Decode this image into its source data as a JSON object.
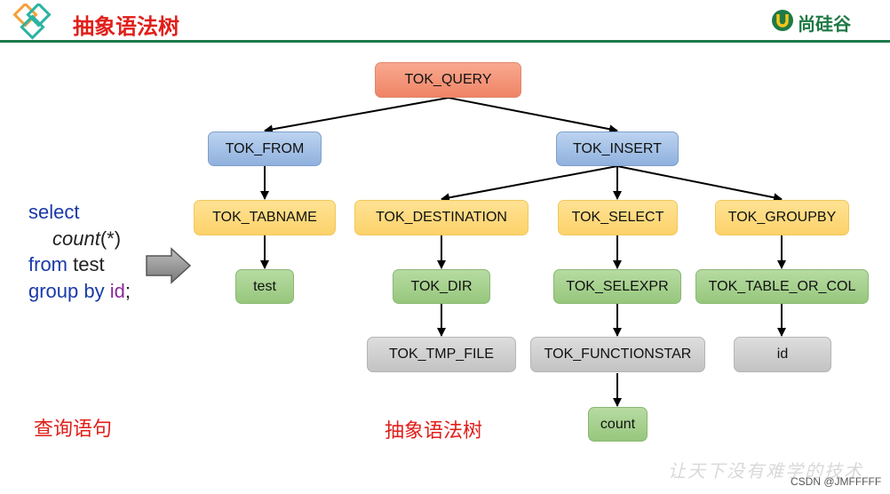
{
  "header": {
    "title": "抽象语法树",
    "brand_text": "尚硅谷"
  },
  "sql": {
    "select_kw": "select",
    "count_fn": "count",
    "count_args": "(*)",
    "from_kw": "from",
    "table": " test",
    "group_kw": "group by",
    "group_col": " id",
    "terminator": ";"
  },
  "captions": {
    "left": "查询语句",
    "right": "抽象语法树"
  },
  "tree": {
    "tok_query": "TOK_QUERY",
    "tok_from": "TOK_FROM",
    "tok_insert": "TOK_INSERT",
    "tok_tabname": "TOK_TABNAME",
    "tok_destination": "TOK_DESTINATION",
    "tok_select": "TOK_SELECT",
    "tok_groupby": "TOK_GROUPBY",
    "test": "test",
    "tok_dir": "TOK_DIR",
    "tok_selexpr": "TOK_SELEXPR",
    "tok_table_or_col": "TOK_TABLE_OR_COL",
    "tok_tmp_file": "TOK_TMP_FILE",
    "tok_functionstar": "TOK_FUNCTIONSTAR",
    "id": "id",
    "count": "count"
  },
  "watermark": "让天下没有难学的技术",
  "credit": "CSDN @JMFFFFF",
  "colors": {
    "title": "#e0201b",
    "rule": "#1b7a4a",
    "brand": "#1f7a45"
  }
}
